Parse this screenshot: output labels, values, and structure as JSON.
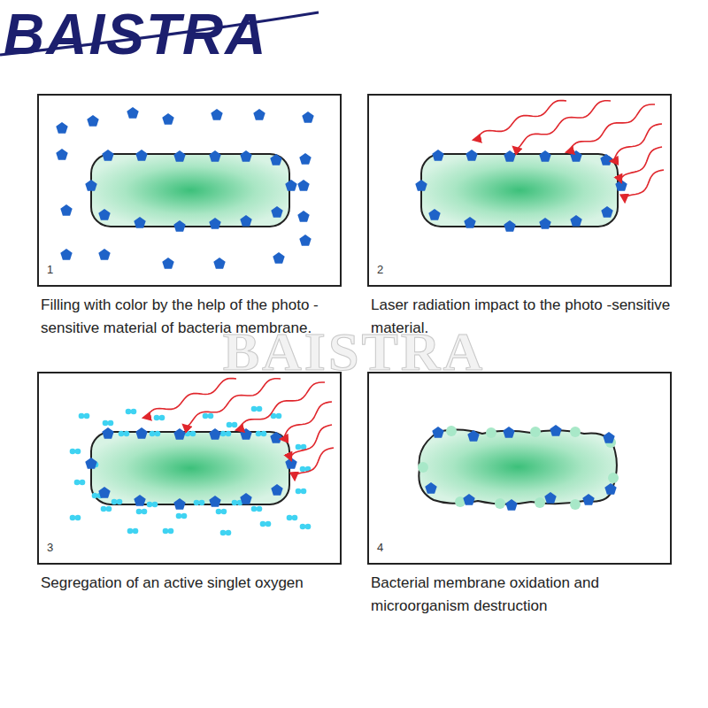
{
  "diagram": {
    "nodes": [
      {
        "text": [
          "1",
          "Filling with color by the help of the photo -sensitive material of bacteria membrane."
        ]
      },
      {
        "text": [
          "2",
          "Laser radiation impact to the photo -sensitive material."
        ]
      },
      {
        "text": [
          "3",
          "Segregation of an active singlet oxygen"
        ]
      },
      {
        "text": [
          "4",
          "Bacterial membrane oxidation and microorganism destruction"
        ]
      }
    ],
    "labels": [
      "BAISTRA",
      "BAISTRA"
    ]
  }
}
